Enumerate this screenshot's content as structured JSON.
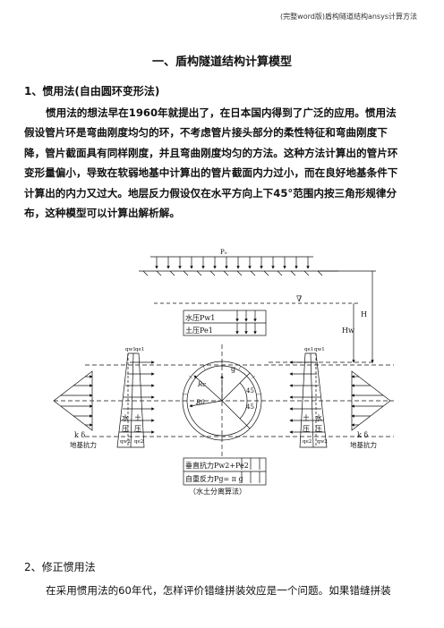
{
  "header": {
    "doc_title": "(完整word版)盾构隧道结构ansys计算方法"
  },
  "section": {
    "title": "一、盾构隧道结构计算模型"
  },
  "sub1": {
    "heading": "1、惯用法(自由圆环变形法)"
  },
  "para1": {
    "lines": [
      "惯用法的想法早在1960年就提出了，在日本国内得到了广泛的应用。惯用法",
      "假设管片环是弯曲刚度均匀的环，不考虑管片接头部分的柔性特征和弯曲刚度下",
      "降，管片截面具有同样刚度，并且弯曲刚度均匀的方法。这种方法计算出的管片环",
      "变形量偏小，导致在软弱地基中计算出的管片截面内力过小，而在良好地基条件下",
      "计算出的内力又过大。地层反力假设仅在水平方向上下45°范围内按三角形规律分",
      "布，这种模型可以计算出解析解。"
    ]
  },
  "figure": {
    "p0": "P₀",
    "water_level": "∇",
    "H": "H",
    "Hw": "Hw",
    "water_pressure_top": "水压Pw1",
    "soil_pressure_top": "土压Pe1",
    "qw1": "qw1",
    "qe1": "qe1",
    "qw2": "qw2",
    "qe2": "qe2",
    "water": "水",
    "soil": "土",
    "pressure": "压",
    "g": "g",
    "rc": "Rc",
    "r0": "R0",
    "angle": "45",
    "k_delta": "k δ",
    "ground_reaction": "地基抗力",
    "bottom_box_line1": "垂直抗力Pw2+Pe2",
    "bottom_box_line2": "自重反力Pg= π g",
    "caption": "（水土分离算法）"
  },
  "sub2": {
    "heading": "2、修正惯用法"
  },
  "para2": {
    "text": "在采用惯用法的60年代，怎样评价错缝拼装效应是一个问题。如果错缝拼装"
  }
}
